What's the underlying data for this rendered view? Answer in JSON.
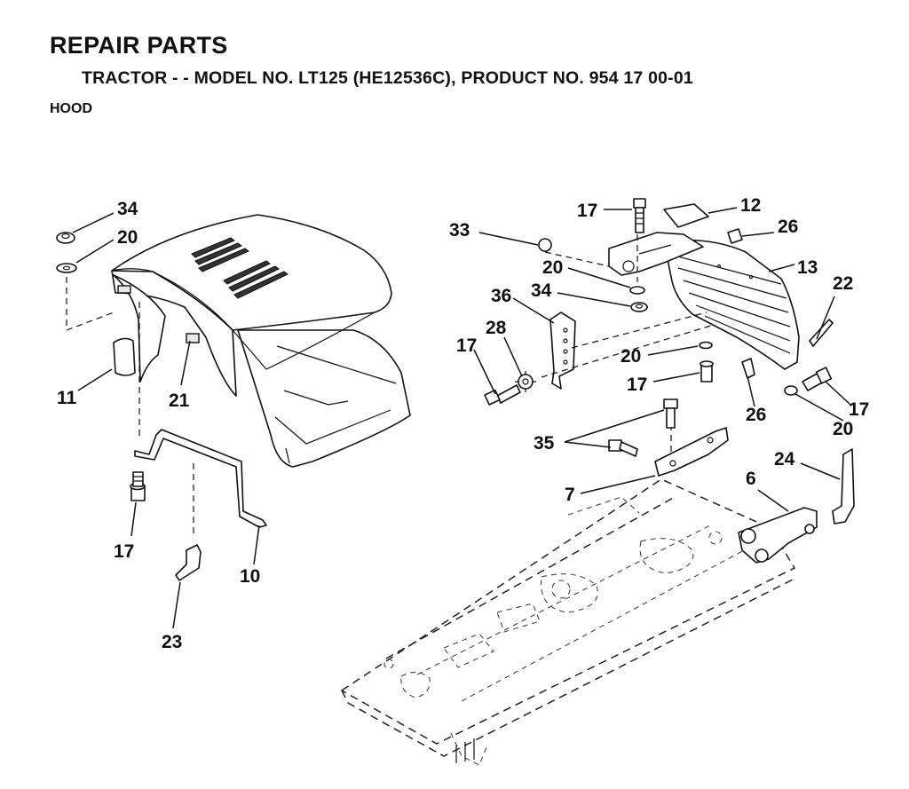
{
  "header": {
    "title": "REPAIR PARTS",
    "subtitle": "TRACTOR - - MODEL NO. LT125 (HE12536C),  PRODUCT NO. 954 17 00-01",
    "section": "HOOD"
  },
  "callouts": {
    "c34a": "34",
    "c20a": "20",
    "c11": "11",
    "c21": "21",
    "c17a": "17",
    "c10": "10",
    "c23": "23",
    "c17b": "17",
    "c12": "12",
    "c33": "33",
    "c26a": "26",
    "c20b": "20",
    "c13": "13",
    "c36": "36",
    "c34b": "34",
    "c22": "22",
    "c28": "28",
    "c17c": "17",
    "c20c": "20",
    "c17d": "17",
    "c26b": "26",
    "c17e": "17",
    "c20d": "20",
    "c35": "35",
    "c24": "24",
    "c7": "7",
    "c6": "6"
  },
  "colors": {
    "ink": "#111111",
    "paper": "#ffffff"
  }
}
